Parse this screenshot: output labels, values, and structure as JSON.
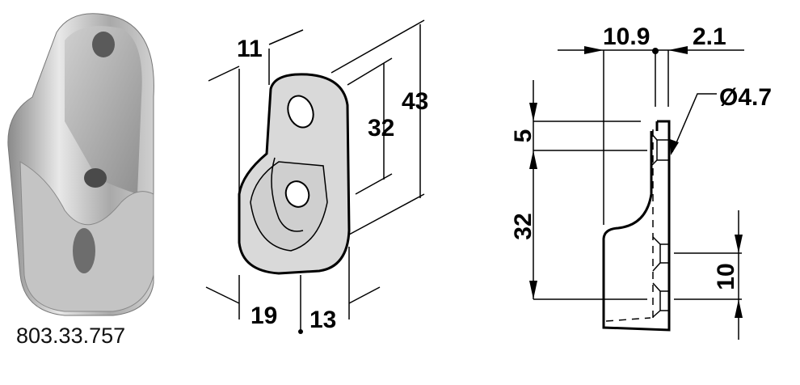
{
  "product": {
    "article_number": "803.33.757"
  },
  "isometric_view": {
    "width": "11",
    "height_total": "43",
    "hole_spacing": "32",
    "depth": "19",
    "thickness": "13"
  },
  "side_view": {
    "offset": "10.9",
    "wall": "2.1",
    "hole_diameter": "Ø4.7",
    "top_offset": "5",
    "hole_spacing": "32",
    "bottom_offset": "10"
  },
  "colors": {
    "line": "#000000",
    "part_fill": "#d9d9d9",
    "metal": "#b8b8b8"
  }
}
